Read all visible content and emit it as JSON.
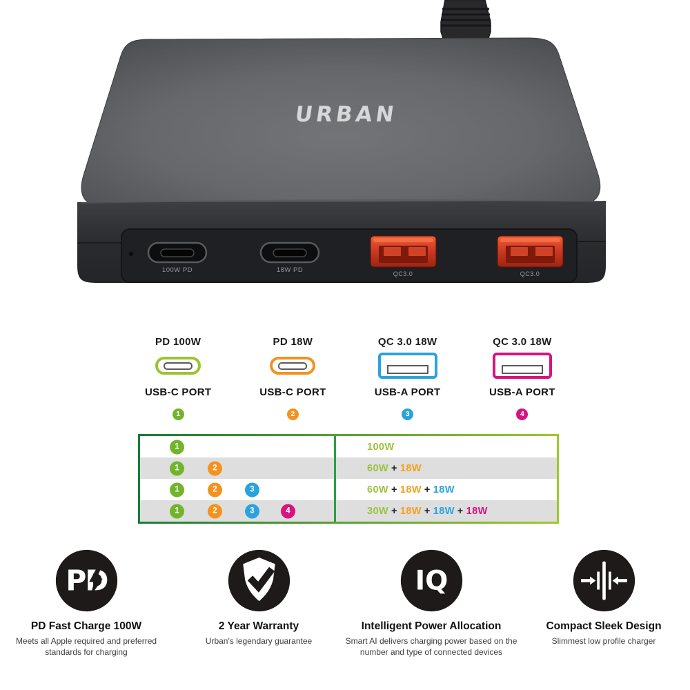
{
  "device": {
    "brand_logo": "URBAN",
    "port_labels": [
      "100W PD",
      "18W PD",
      "QC3.0",
      "QC3.0"
    ]
  },
  "port_legend": {
    "columns": [
      {
        "header": "PD 100W",
        "icon": "usb-c-port-icon",
        "port_type": "USB-C PORT",
        "number": "1",
        "color": "#9dc32f",
        "badge_color": "#72b42c"
      },
      {
        "header": "PD 18W",
        "icon": "usb-c-port-icon",
        "port_type": "USB-C PORT",
        "number": "2",
        "color": "#f4921e",
        "badge_color": "#f4921e"
      },
      {
        "header": "QC 3.0 18W",
        "icon": "usb-a-port-icon",
        "port_type": "USB-A PORT",
        "number": "3",
        "color": "#2aa3dd",
        "badge_color": "#2aa3dd"
      },
      {
        "header": "QC 3.0 18W",
        "icon": "usb-a-port-icon",
        "port_type": "USB-A PORT",
        "number": "4",
        "color": "#d6147f",
        "badge_color": "#d6147f"
      }
    ]
  },
  "allocation_table": {
    "badge_colors": {
      "1": "#72b42c",
      "2": "#f4921e",
      "3": "#2aa3dd",
      "4": "#d6147f"
    },
    "badge_offsets": [
      43,
      98,
      152,
      204
    ],
    "border_gradient": [
      "#177d38",
      "#9fc72f"
    ],
    "divider_color": "#2d9e46",
    "plus_separator": "+",
    "rows": [
      {
        "ports": [
          "1"
        ],
        "outputs": [
          {
            "text": "100W",
            "color": "#9cc23c"
          }
        ]
      },
      {
        "ports": [
          "1",
          "2"
        ],
        "outputs": [
          {
            "text": "60W",
            "color": "#9cc23c"
          },
          {
            "text": "18W",
            "color": "#f4a01e"
          }
        ]
      },
      {
        "ports": [
          "1",
          "2",
          "3"
        ],
        "outputs": [
          {
            "text": "60W",
            "color": "#9cc23c"
          },
          {
            "text": "18W",
            "color": "#f4a01e"
          },
          {
            "text": "18W",
            "color": "#2aa3dd"
          }
        ]
      },
      {
        "ports": [
          "1",
          "2",
          "3",
          "4"
        ],
        "outputs": [
          {
            "text": "30W",
            "color": "#9cc23c"
          },
          {
            "text": "18W",
            "color": "#f4a01e"
          },
          {
            "text": "18W",
            "color": "#2aa3dd"
          },
          {
            "text": "18W",
            "color": "#d6147f"
          }
        ]
      }
    ]
  },
  "features": [
    {
      "icon": "pd-bolt-icon",
      "icon_text": "PD",
      "title": "PD Fast Charge 100W",
      "subtitle": "Meets all Apple required and preferred standards for charging"
    },
    {
      "icon": "shield-check-icon",
      "icon_text": "",
      "title": "2 Year Warranty",
      "subtitle": "Urban's legendary guarantee"
    },
    {
      "icon": "iq-icon",
      "icon_text": "IQ",
      "title": "Intelligent Power Allocation",
      "subtitle": "Smart AI delivers charging power based on the number and type of connected devices"
    },
    {
      "icon": "compress-icon",
      "icon_text": "",
      "title": "Compact Sleek Design",
      "subtitle": "Slimmest low profile charger"
    }
  ]
}
